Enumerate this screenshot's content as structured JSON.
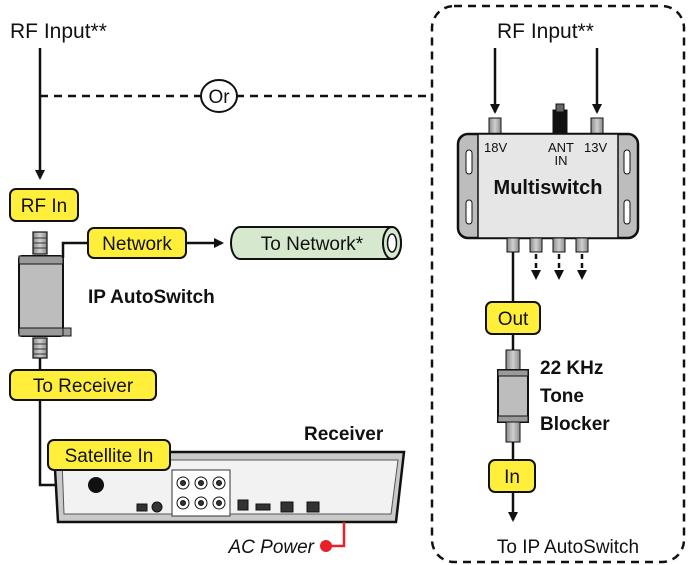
{
  "labels": {
    "rf_input_left": "RF Input**",
    "rf_input_right": "RF Input**",
    "or": "Or",
    "rf_in": "RF In",
    "network": "Network",
    "to_network": "To Network*",
    "ip_autoswitch": "IP AutoSwitch",
    "to_receiver": "To Receiver",
    "satellite_in": "Satellite In",
    "receiver": "Receiver",
    "ac_power": "AC Power",
    "multiswitch": "Multiswitch",
    "port_18v": "18V",
    "port_ant": "ANT",
    "port_in": "IN",
    "port_13v": "13V",
    "out": "Out",
    "tone_blocker_1": "22 KHz",
    "tone_blocker_2": "Tone",
    "tone_blocker_3": "Blocker",
    "in": "In",
    "to_ip_autoswitch": "To IP AutoSwitch"
  },
  "colors": {
    "tag_fill": "#ffef3a",
    "network_tube": "#d6e9cf",
    "device_gray": "#bdbdbd",
    "ac_power_red": "#e8202a"
  }
}
